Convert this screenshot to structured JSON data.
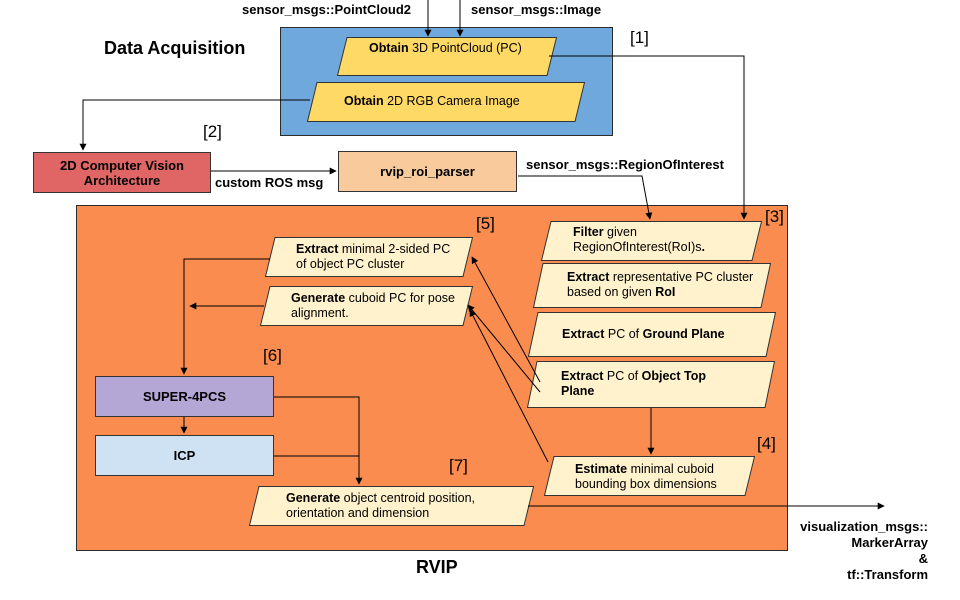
{
  "colors": {
    "acquisition_bg": "#6fa8dc",
    "rvip_bg": "#fb8c4f",
    "input_box": "#ffd966",
    "step_box": "#fff2cc",
    "cv_arch": "#e06666",
    "roi_parser": "#f9cb9c",
    "super4pcs": "#b4a7d6",
    "icp": "#cfe2f3"
  },
  "inputs": {
    "pointcloud_topic": "sensor_msgs::PointCloud2",
    "image_topic": "sensor_msgs::Image"
  },
  "acquisition": {
    "title": "Data Acquisition",
    "tag": "[1]",
    "obtain_pc": {
      "bold": "Obtain",
      "rest": " 3D PointCloud (PC)"
    },
    "obtain_image": {
      "bold": "Obtain",
      "rest": " 2D RGB Camera Image"
    }
  },
  "cv": {
    "tag": "[2]",
    "architecture": "2D Computer Vision Architecture",
    "custom_msg": "custom ROS msg",
    "roi_parser": "rvip_roi_parser",
    "roi_topic": "sensor_msgs::RegionOfInterest"
  },
  "rvip": {
    "title": "RVIP",
    "tags": {
      "t3": "[3]",
      "t4": "[4]",
      "t5": "[5]",
      "t6": "[6]",
      "t7": "[7]"
    },
    "filter": {
      "bold": "Filter",
      "rest": " given RegionOfInterest(RoI)s",
      "end": "."
    },
    "extract_cluster": {
      "bold": "Extract",
      "rest": " representative PC cluster based on given ",
      "bold2": "RoI"
    },
    "extract_ground": {
      "bold": "Extract",
      "rest": " PC of ",
      "bold2": "Ground Plane"
    },
    "extract_top": {
      "bold": "Extract",
      "rest": " PC of ",
      "bold2": "Object Top Plane"
    },
    "estimate": {
      "bold": "Estimate",
      "rest": " minimal cuboid bounding box dimensions"
    },
    "extract_2sided": {
      "bold": "Extract",
      "rest": " minimal 2-sided PC of object PC cluster"
    },
    "generate_cuboid": {
      "bold": "Generate",
      "rest": " cuboid PC for pose alignment."
    },
    "super4pcs": "SUPER-4PCS",
    "icp": "ICP",
    "generate_pose": {
      "bold": "Generate",
      "rest": " object centroid position, orientation and dimension"
    }
  },
  "outputs": {
    "line1": "visualization_msgs::",
    "line2": "MarkerArray",
    "line3": "&",
    "line4": "tf::Transform"
  }
}
